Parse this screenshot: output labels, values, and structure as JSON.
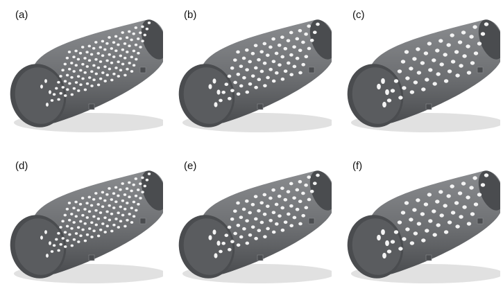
{
  "panels": [
    {
      "label": "(a)",
      "hole_rows": 9,
      "hole_cols": 13,
      "hole_r": 2.2
    },
    {
      "label": "(b)",
      "hole_rows": 7,
      "hole_cols": 10,
      "hole_r": 2.8
    },
    {
      "label": "(c)",
      "hole_rows": 6,
      "hole_cols": 8,
      "hole_r": 3.2
    },
    {
      "label": "(d)",
      "hole_rows": 9,
      "hole_cols": 13,
      "hole_r": 2.2
    },
    {
      "label": "(e)",
      "hole_rows": 7,
      "hole_cols": 10,
      "hole_r": 2.8
    },
    {
      "label": "(f)",
      "hole_rows": 6,
      "hole_cols": 8,
      "hole_r": 3.2
    }
  ],
  "colors": {
    "body": "#6d6f72",
    "body_dark": "#4a4c4f",
    "body_light": "#8a8c8f",
    "inner": "#5a5c5f",
    "hole": "#f4f4f4",
    "shadow": "#c9c9c9"
  }
}
